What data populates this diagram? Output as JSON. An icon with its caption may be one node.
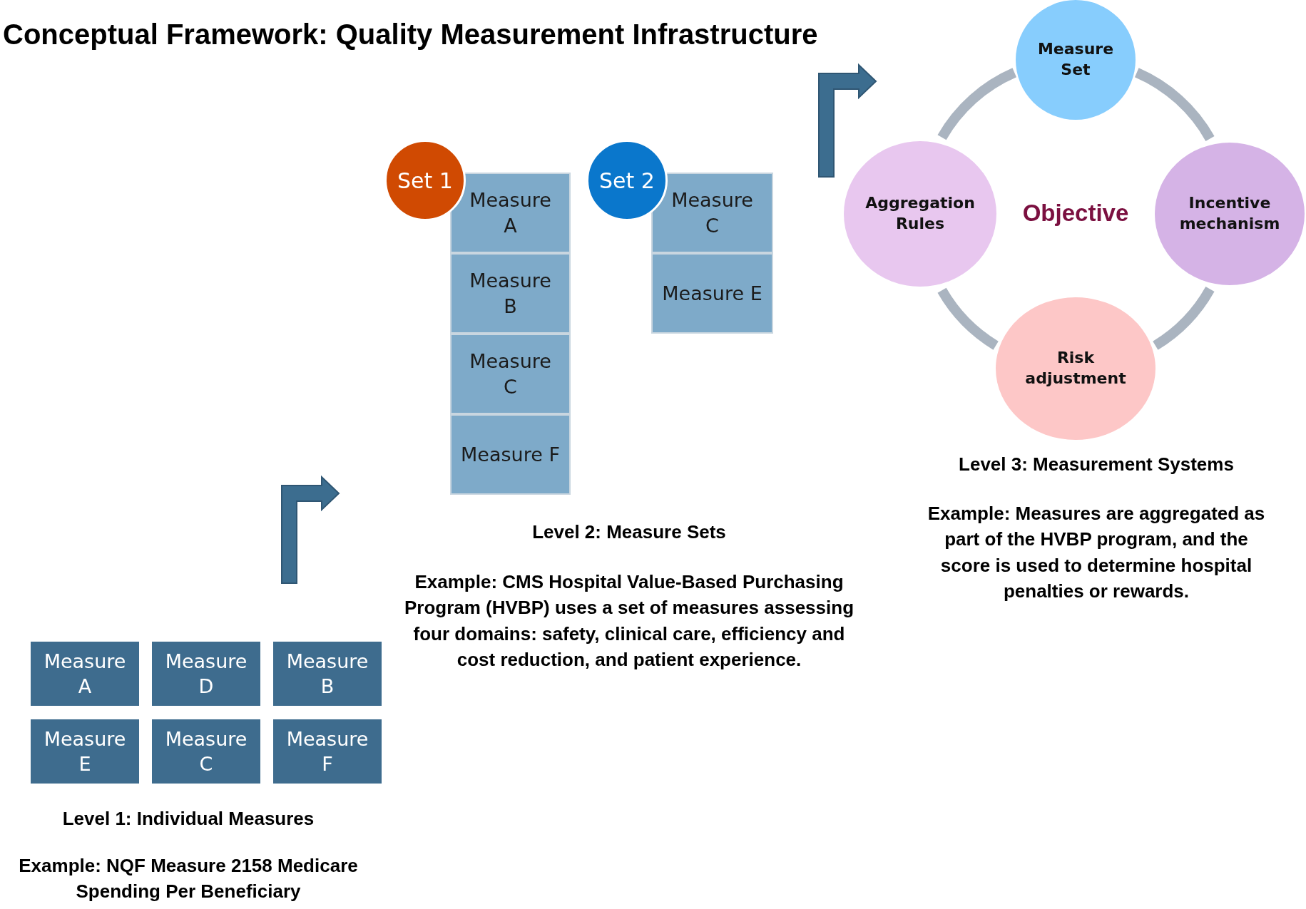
{
  "diagram": {
    "title": "Conceptual Framework:  Quality Measurement Infrastructure",
    "nodes": [
      {
        "text": [
          "Measure A"
        ]
      },
      {
        "text": [
          "Measure D"
        ]
      },
      {
        "text": [
          "Measure B"
        ]
      },
      {
        "text": [
          "Measure E"
        ]
      },
      {
        "text": [
          "Measure C"
        ]
      },
      {
        "text": [
          "Measure F"
        ]
      },
      {
        "text": [
          "Set 1"
        ]
      },
      {
        "text": [
          "Measure A"
        ]
      },
      {
        "text": [
          "Measure B"
        ]
      },
      {
        "text": [
          "Measure C"
        ]
      },
      {
        "text": [
          "Measure F"
        ]
      },
      {
        "text": [
          "Set 2"
        ]
      },
      {
        "text": [
          "Measure C"
        ]
      },
      {
        "text": [
          "Measure E"
        ]
      },
      {
        "text": [
          "Measure Set"
        ]
      },
      {
        "text": [
          "Aggregation Rules"
        ]
      },
      {
        "text": [
          "Incentive mechanism"
        ]
      },
      {
        "text": [
          "Risk adjustment"
        ]
      }
    ],
    "edges": [
      {
        "from": 14,
        "to": 16,
        "arrow": "none"
      },
      {
        "from": 16,
        "to": 17,
        "arrow": "none"
      },
      {
        "from": 17,
        "to": 15,
        "arrow": "none"
      },
      {
        "from": 15,
        "to": 14,
        "arrow": "none"
      }
    ],
    "labels": [
      "Objective",
      "Level 2:  Measure Sets",
      "Example: CMS Hospital Value-Based Purchasing Program (HVBP) uses a set of measures assessing four domains: safety, clinical care, efficiency and cost reduction, and patient experience.",
      "Level 3:  Measurement Systems",
      "Example: Measures are aggregated as part of the HVBP program, and the score is used to determine hospital penalties or rewards.",
      "Level 1:  Individual Measures",
      "Example: NQF Measure 2158 Medicare Spending Per Beneficiary"
    ]
  }
}
